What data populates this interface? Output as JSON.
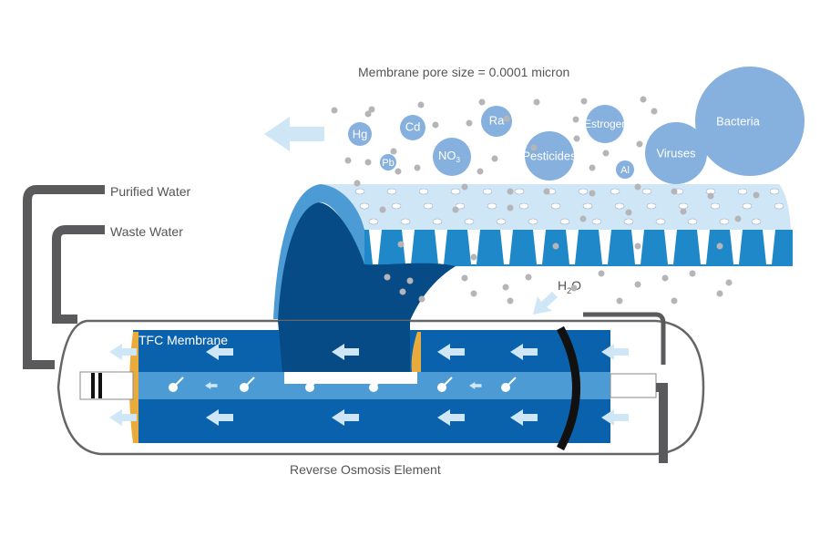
{
  "title": "Membrane pore size = 0.0001 micron",
  "labels": {
    "purified_water": "Purified Water",
    "waste_water": "Waste Water",
    "tfc_membrane": "TFC Membrane",
    "element": "Reverse Osmosis Element",
    "h2o_main": "H",
    "h2o_sub": "2",
    "h2o_tail": "O"
  },
  "contaminants": [
    {
      "label": "Hg"
    },
    {
      "label": "Pb"
    },
    {
      "label": "Cd"
    },
    {
      "label": "NO",
      "sub": "3"
    },
    {
      "label": "Ra"
    },
    {
      "label": "Pesticides"
    },
    {
      "label": "Estrogen"
    },
    {
      "label": "Al"
    },
    {
      "label": "Viruses"
    },
    {
      "label": "Bacteria"
    }
  ],
  "colors": {
    "contaminant": "#86b0dd",
    "membrane_dark": "#0b62ac",
    "membrane_mid": "#1e88c8",
    "membrane_light": "#cfe6f6",
    "core": "#4d9bd4",
    "roll": "#064a86",
    "seal": "#e8ab3c",
    "pipe": "#5a5a5c",
    "arrow": "#cfe6f6"
  }
}
